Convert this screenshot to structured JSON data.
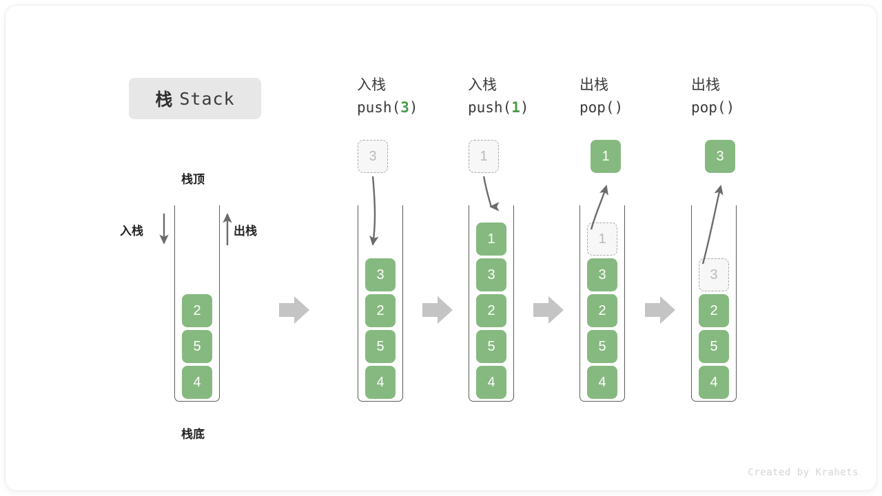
{
  "title": {
    "cn": "栈",
    "en": "Stack"
  },
  "labels": {
    "top": "栈顶",
    "bottom": "栈底",
    "push": "入栈",
    "pop": "出栈"
  },
  "footer": "Created by Krahets",
  "colors": {
    "element": "#86b97f",
    "ghost_fill": "#f7f7f7",
    "ghost_border": "#a8a8a8",
    "ghost_text": "#b9b9b9",
    "arrow": "#6b6b6b",
    "step_arrow": "#c4c4c4",
    "chip_bg": "#e7e7e7",
    "accent_code": "#4a9a4a"
  },
  "base_stack": {
    "name": "栈 Stack",
    "elements": [
      "2",
      "5",
      "4"
    ],
    "push_label": "入栈",
    "pop_label": "出栈",
    "top_label": "栈顶",
    "bottom_label": "栈底"
  },
  "steps": [
    {
      "op": "push",
      "cn": "入栈",
      "code_prefix": "push(",
      "code_arg": "3",
      "code_suffix": ")",
      "incoming": "3",
      "elements": [
        "3",
        "2",
        "5",
        "4"
      ],
      "ghost_index": -1
    },
    {
      "op": "push",
      "cn": "入栈",
      "code_prefix": "push(",
      "code_arg": "1",
      "code_suffix": ")",
      "incoming": "1",
      "elements": [
        "1",
        "3",
        "2",
        "5",
        "4"
      ],
      "ghost_index": -1
    },
    {
      "op": "pop",
      "cn": "出栈",
      "code_prefix": "pop(",
      "code_arg": "",
      "code_suffix": ")",
      "outgoing": "1",
      "elements": [
        "1",
        "3",
        "2",
        "5",
        "4"
      ],
      "ghost_index": 0
    },
    {
      "op": "pop",
      "cn": "出栈",
      "code_prefix": "pop(",
      "code_arg": "",
      "code_suffix": ")",
      "outgoing": "3",
      "elements": [
        "3",
        "2",
        "5",
        "4"
      ],
      "ghost_index": 0
    }
  ],
  "step_arrows": [
    "→",
    "→",
    "→",
    "→"
  ]
}
